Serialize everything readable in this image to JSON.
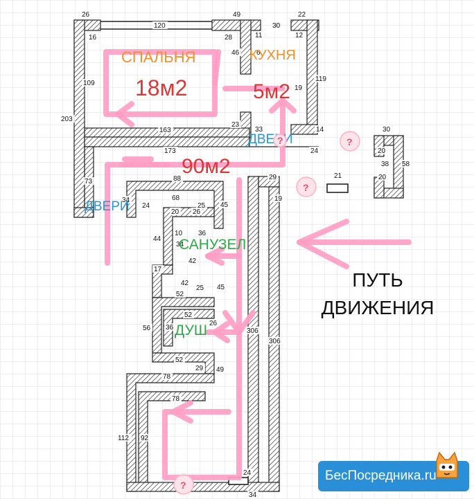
{
  "rooms": {
    "bedroom": {
      "name": "СПАЛЬНЯ",
      "area": "18м2"
    },
    "kitchen": {
      "name": "КУХНЯ",
      "area": "5м2"
    },
    "hall": {
      "area": "90м2"
    },
    "bathroom": {
      "name": "САНУЗЕЛ"
    },
    "shower": {
      "name": "ДУШ"
    }
  },
  "doors": [
    "ДВЕРИ",
    "ДВЕРИ"
  ],
  "legend": {
    "line1": "ПУТЬ",
    "line2": "ДВИЖЕНИЯ"
  },
  "unknown_marker": "?",
  "dimensions": [
    "26",
    "120",
    "49",
    "30",
    "22",
    "16",
    "28",
    "11",
    "12",
    "109",
    "46",
    "6",
    "119",
    "203",
    "163",
    "23",
    "33",
    "19",
    "14",
    "24",
    "173",
    "30",
    "20",
    "38",
    "58",
    "29",
    "21",
    "73",
    "88",
    "34",
    "68",
    "24",
    "20",
    "26",
    "25",
    "45",
    "19",
    "10",
    "36",
    "44",
    "34",
    "42",
    "17",
    "42",
    "25",
    "45",
    "52",
    "52",
    "56",
    "36",
    "26",
    "306",
    "306",
    "52",
    "29",
    "49",
    "78",
    "78",
    "112",
    "92",
    "24",
    "34",
    "30",
    "20"
  ],
  "brand": {
    "name": "БесПосредника",
    "suffix": ".ru"
  },
  "colors": {
    "room_red": "#d93838",
    "room_orange": "#f0902a",
    "room_green": "#2fa84a",
    "door_blue": "#2a96d6",
    "route_pink": "#ff9ec6",
    "brand_blue": "#2b8fd8"
  }
}
